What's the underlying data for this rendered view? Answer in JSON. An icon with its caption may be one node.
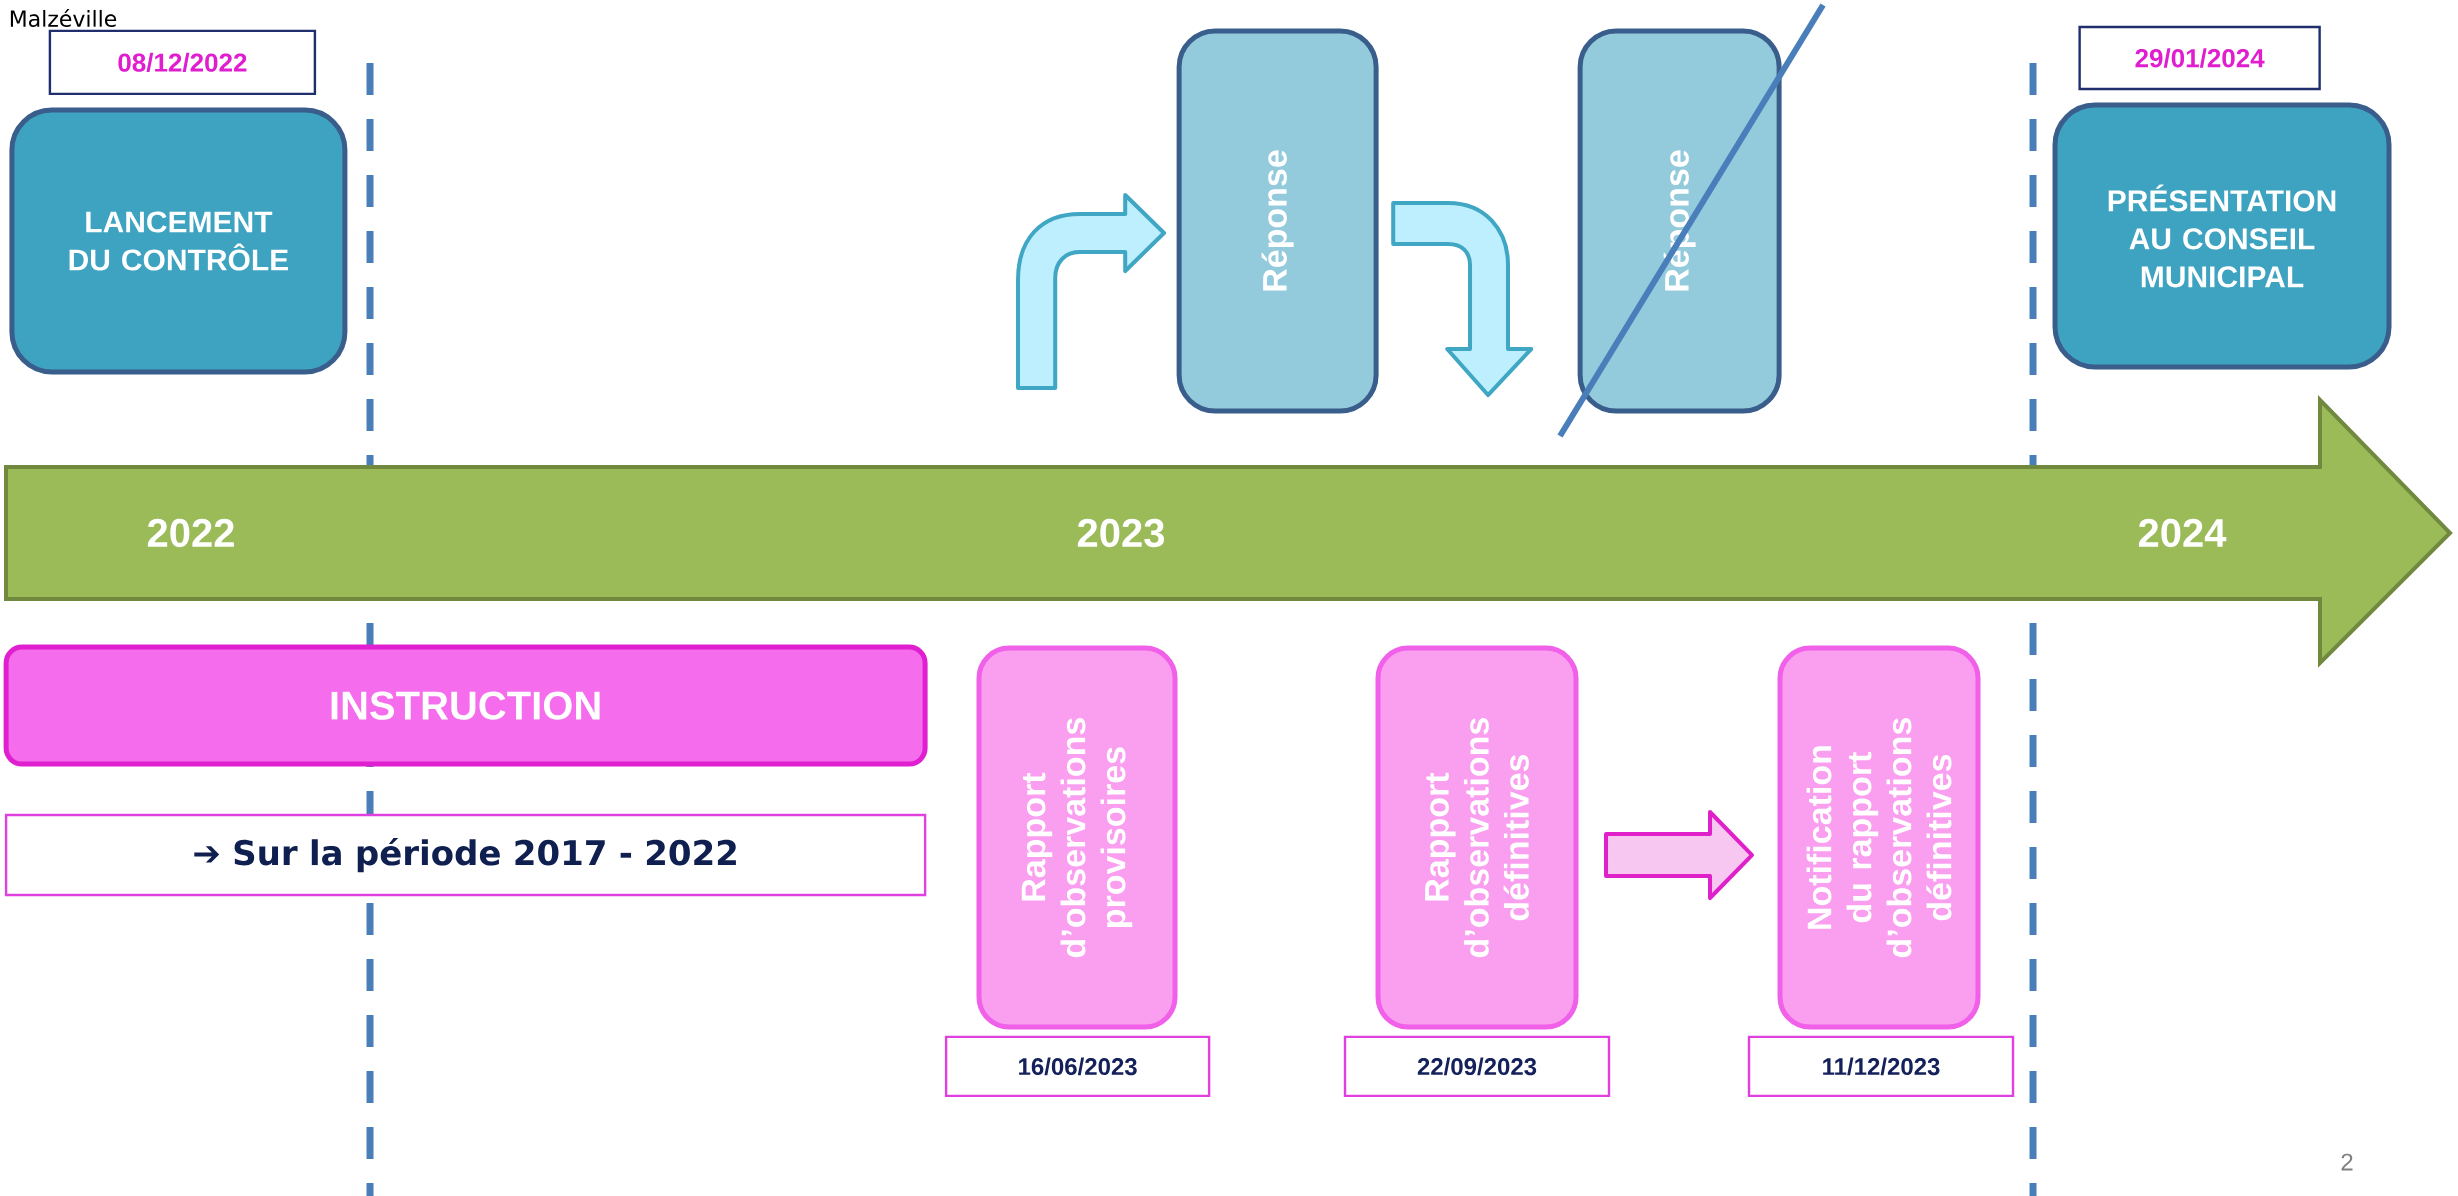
{
  "diagram": {
    "nodes": [
      {
        "text": [
          "08/12/2022"
        ]
      },
      {
        "text": [
          "LANCEMENT DU CONTRÔLE"
        ]
      },
      {
        "text": [
          "Réponse"
        ]
      },
      {
        "text": [
          "Réponse"
        ]
      },
      {
        "text": [
          "29/01/2024"
        ]
      },
      {
        "text": [
          "PRÉSENTATION AU CONSEIL MUNICIPAL"
        ]
      },
      {
        "text": [
          "2022",
          "2023",
          "2024"
        ]
      },
      {
        "text": [
          "INSTRUCTION"
        ]
      },
      {
        "text": [
          "➔ Sur la période 2017 - 2022"
        ]
      },
      {
        "text": [
          "Rapport d’observations provisoires"
        ]
      },
      {
        "text": [
          "Rapport d’observations définitives"
        ]
      },
      {
        "text": [
          "Notification du rapport d’observations définitives"
        ]
      },
      {
        "text": [
          "16/06/2023"
        ]
      },
      {
        "text": [
          "22/09/2023"
        ]
      },
      {
        "text": [
          "11/12/2023"
        ]
      }
    ],
    "edges": [
      {
        "from": null,
        "to": 2,
        "arrow": "to"
      },
      {
        "from": 2,
        "to": null,
        "arrow": "to"
      },
      {
        "from": 10,
        "to": 11,
        "arrow": "to",
        "color": "#e020c8"
      }
    ],
    "labels": [
      "Malzéville",
      "2"
    ]
  }
}
